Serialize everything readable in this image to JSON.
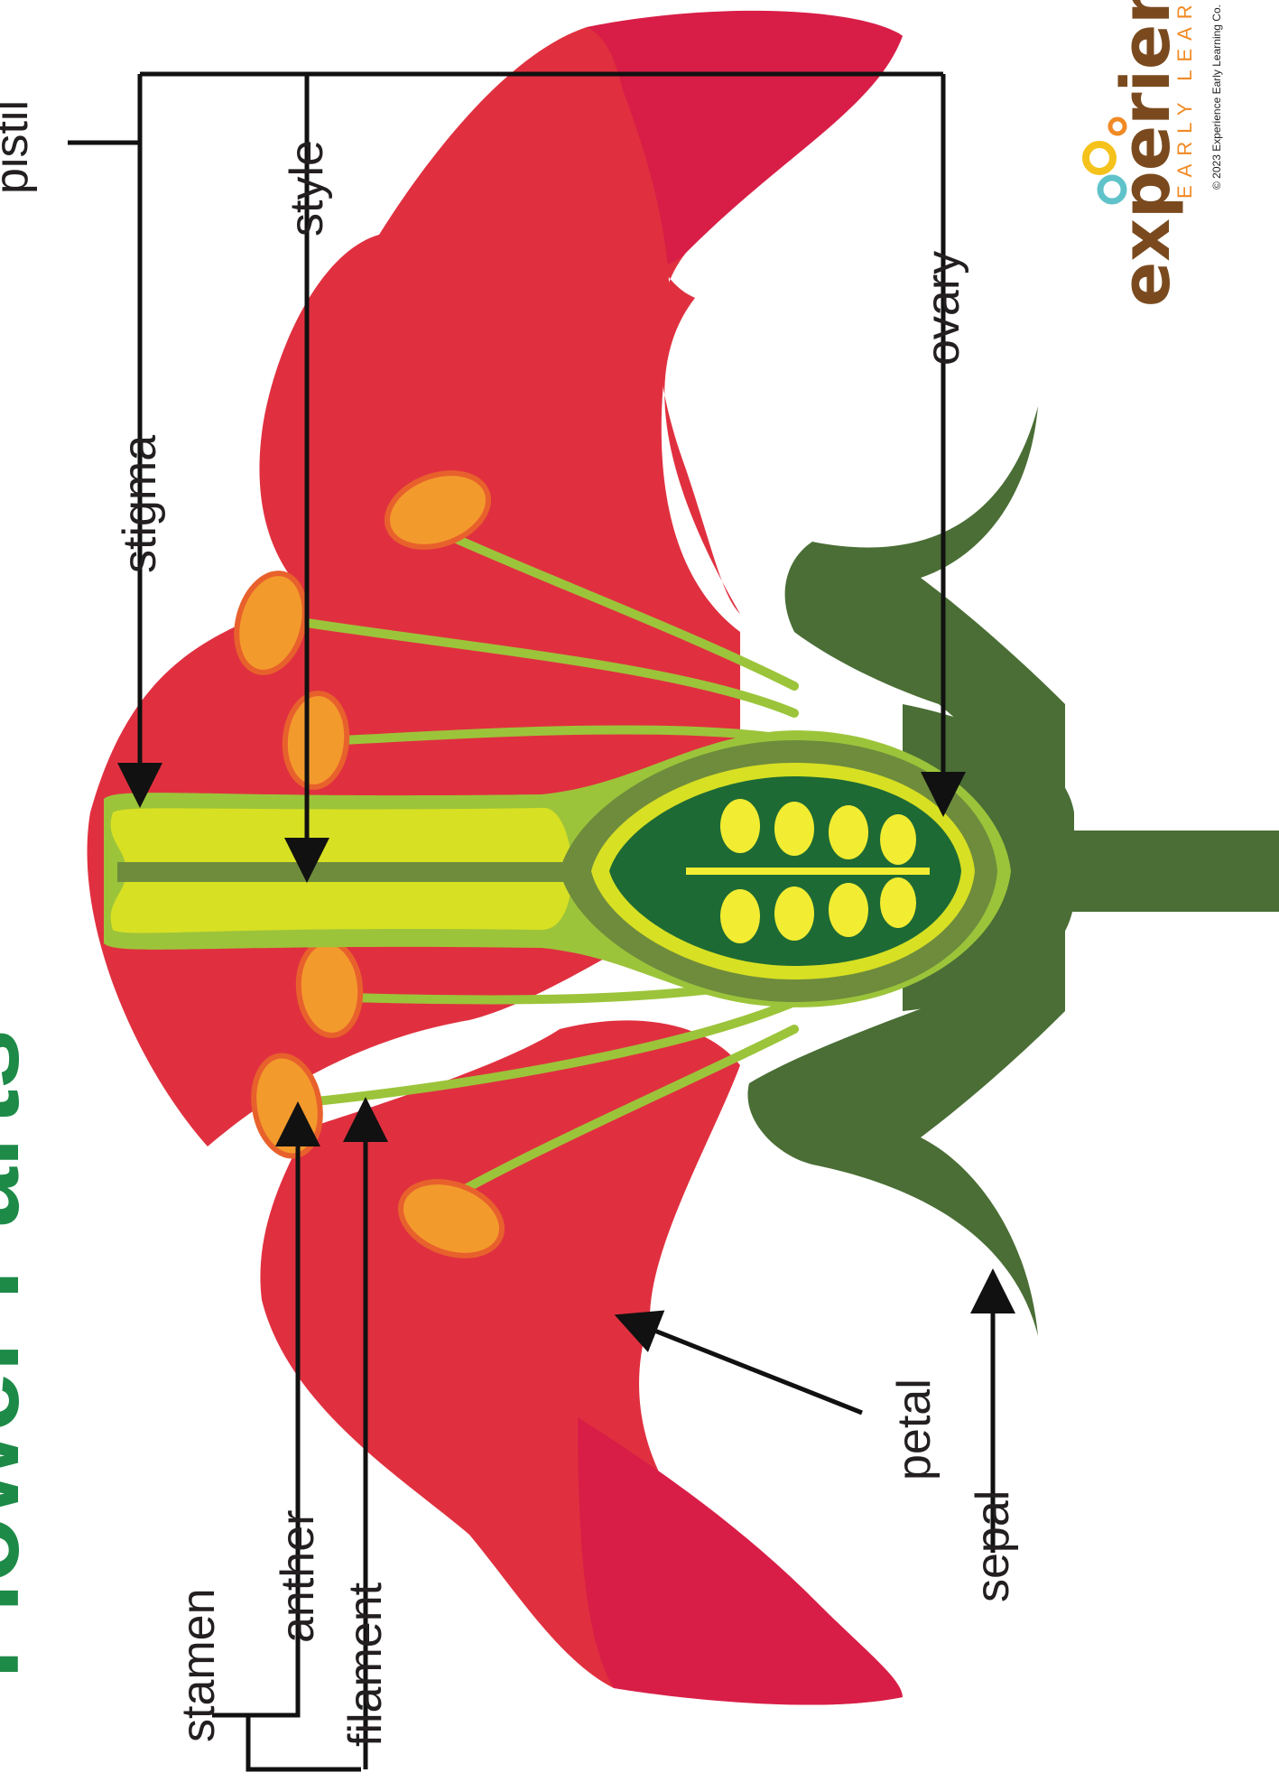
{
  "title": "Flower Parts",
  "labels": {
    "pistil": "pistil",
    "stigma": "stigma",
    "style": "style",
    "ovary": "ovary",
    "stamen": "stamen",
    "anther": "anther",
    "filament": "filament",
    "petal": "petal",
    "sepal": "sepal"
  },
  "brand": {
    "name": "experience",
    "tagline": "EARLY LEARNING",
    "copyright": "© 2023 Experience Early Learning Co."
  },
  "colors": {
    "petal": "#e0303f",
    "petal_dark": "#d81e47",
    "sepal": "#4a6e35",
    "filament": "#9cc43a",
    "anther": "#f39a2d",
    "stigma": "#d7e023",
    "ovary": "#1d6a35",
    "ovule": "#f2ec32",
    "title": "#1d8a47"
  }
}
